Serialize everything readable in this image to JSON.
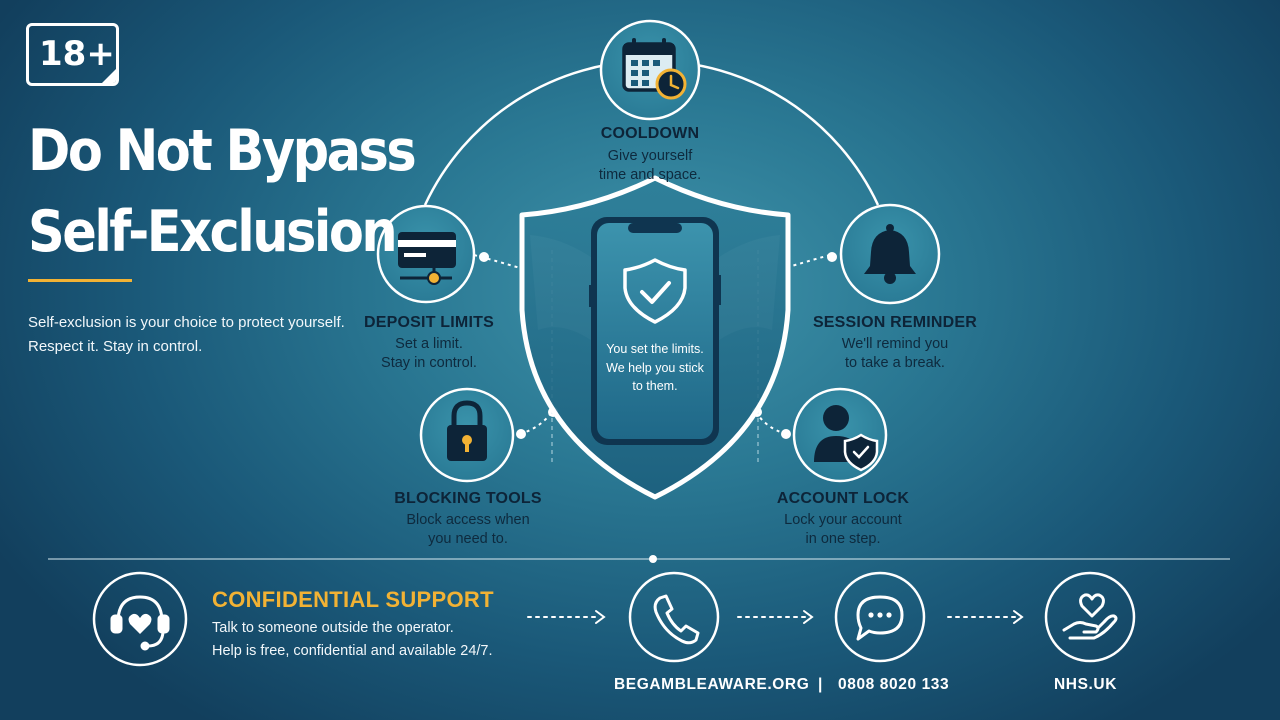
{
  "age_badge": "18+",
  "title": {
    "line1": "Do Not Bypass",
    "line2": "Self-Exclusion"
  },
  "intro": {
    "line1": "Self-exclusion is your choice to protect yourself.",
    "line2": "Respect it. Stay in control."
  },
  "phone": {
    "line1": "You set the limits.",
    "line2": "We help you stick",
    "line3": "to them."
  },
  "tools": {
    "cooldown": {
      "title": "COOLDOWN",
      "line1": "Give yourself",
      "line2": "time and space.",
      "icon": "calendar-clock-icon"
    },
    "deposit": {
      "title": "DEPOSIT LIMITS",
      "line1": "Set a limit.",
      "line2": "Stay in control.",
      "icon": "credit-card-icon"
    },
    "session": {
      "title": "SESSION REMINDER",
      "line1": "We'll remind you",
      "line2": "to take a break.",
      "icon": "bell-icon"
    },
    "blocking": {
      "title": "BLOCKING TOOLS",
      "line1": "Block access when",
      "line2": "you need to.",
      "icon": "padlock-icon"
    },
    "account": {
      "title": "ACCOUNT LOCK",
      "line1": "Lock your account",
      "line2": "in one step.",
      "icon": "user-shield-icon"
    }
  },
  "support": {
    "title": "CONFIDENTIAL SUPPORT",
    "line1": "Talk to someone outside the operator.",
    "line2": "Help is free, confidential and available 24/7."
  },
  "footer": {
    "website": "BEGAMBLEAWARE.ORG",
    "separator": "|",
    "phone": "0808 8020 133",
    "nhs": "NHS.UK"
  },
  "colors": {
    "accent": "#f2b234",
    "navy": "#0d2438",
    "circle_fill": "#2f87a0",
    "line": "#ffffff"
  }
}
